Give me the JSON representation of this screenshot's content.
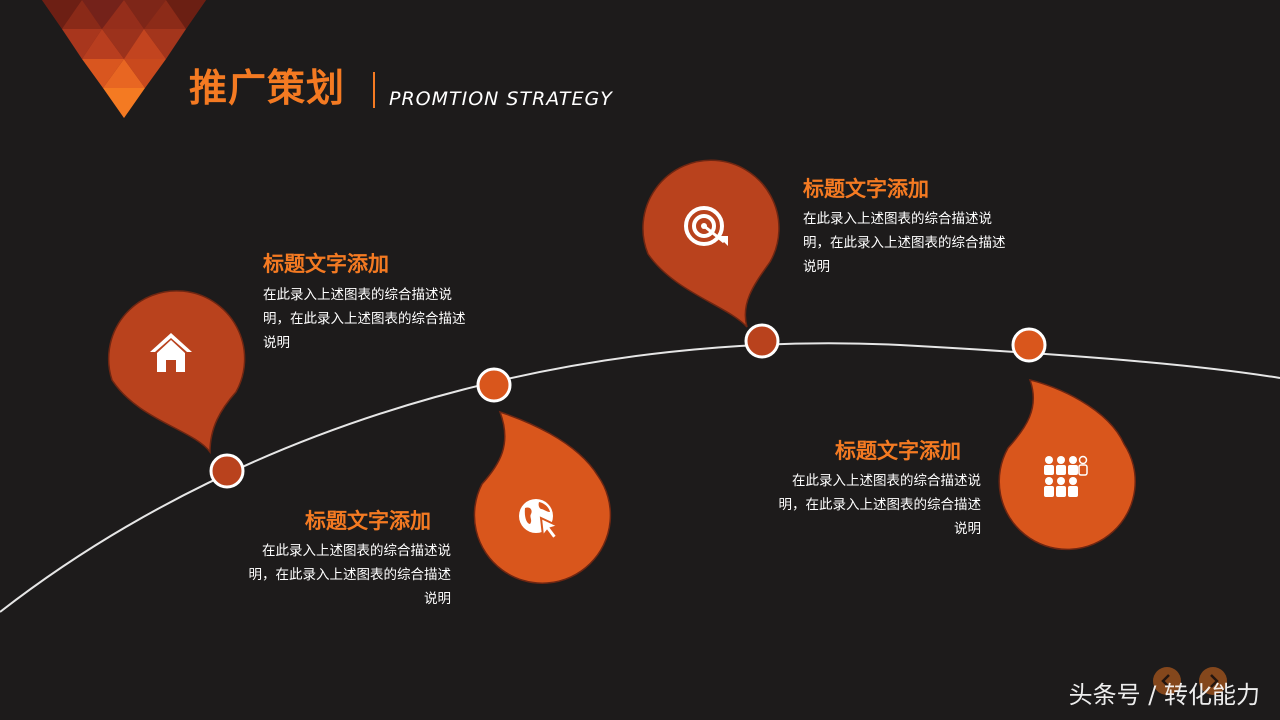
{
  "header": {
    "title": "推广策划",
    "subtitle": "PROMTION STRATEGY"
  },
  "items": [
    {
      "title": "标题文字添加",
      "desc": "在此录入上述图表的综合描述说明，在此录入上述图表的综合描述说明",
      "icon": "home-icon"
    },
    {
      "title": "标题文字添加",
      "desc": "在此录入上述图表的综合描述说明，在此录入上述图表的综合描述说明",
      "icon": "globe-cursor-icon"
    },
    {
      "title": "标题文字添加",
      "desc": "在此录入上述图表的综合描述说明，在此录入上述图表的综合描述说明",
      "icon": "target-icon"
    },
    {
      "title": "标题文字添加",
      "desc": "在此录入上述图表的综合描述说明，在此录入上述图表的综合描述说明",
      "icon": "team-icon"
    }
  ],
  "nav": {
    "prev_icon": "chevron-left-icon",
    "next_icon": "chevron-right-icon"
  },
  "watermark": "头条号 / 转化能力",
  "colors": {
    "background": "#1d1b1b",
    "accent": "#f47a22",
    "bubble_dark": "#b9421d",
    "bubble_light": "#d9561c",
    "curve": "#e6e6e6"
  }
}
